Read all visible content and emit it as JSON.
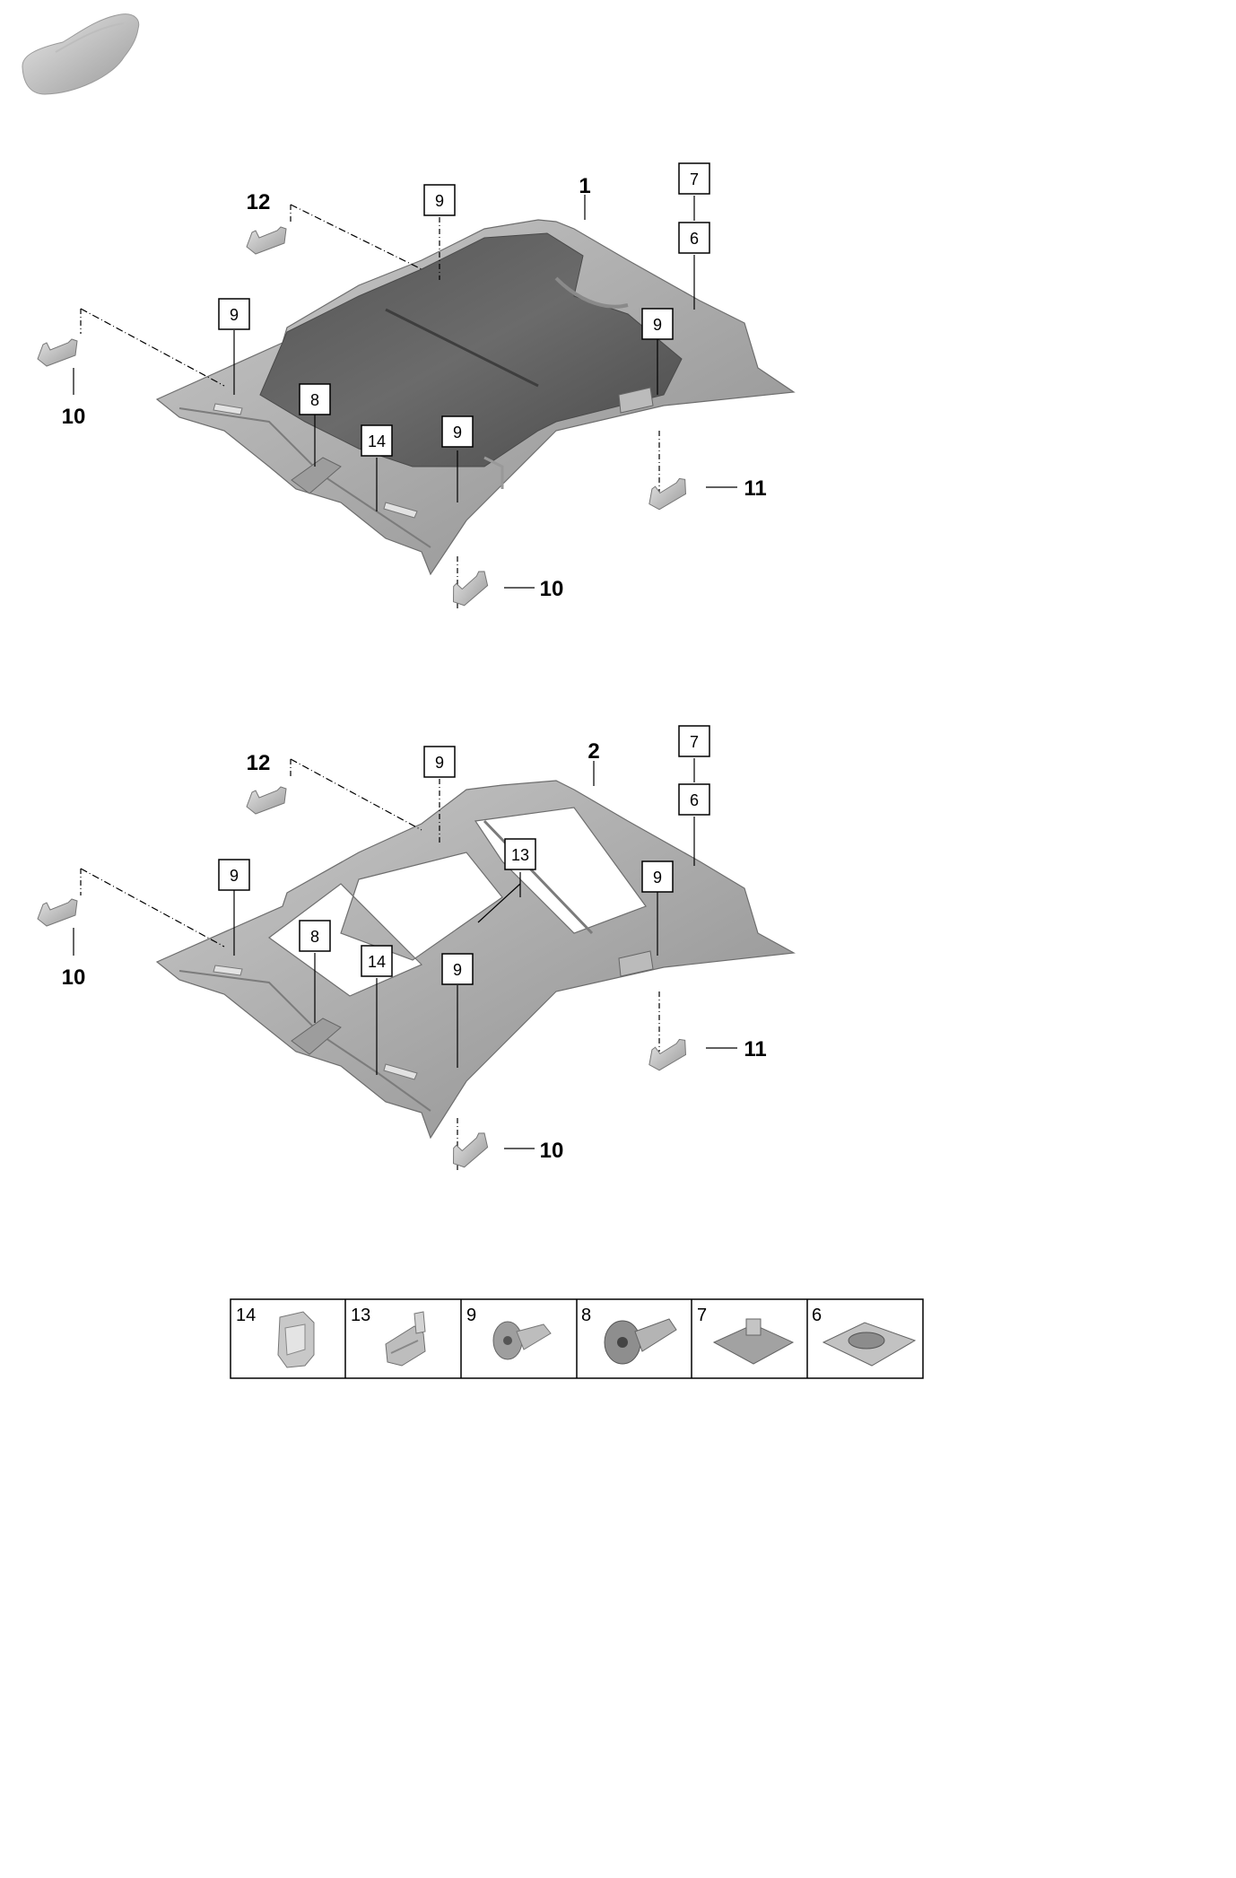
{
  "car_icon": "car-silhouette-icon",
  "view1": {
    "part_number": "1",
    "callouts": {
      "top_center": "9",
      "left_upper": "9",
      "right_mid": "9",
      "front_center": "9",
      "left_lower": "8",
      "mid_lower": "14",
      "stack_top": "7",
      "stack_bottom": "6"
    },
    "labels": {
      "handle_top_left": "12",
      "handle_left": "10",
      "handle_bottom": "10",
      "handle_right": "11"
    }
  },
  "view2": {
    "part_number": "2",
    "callouts": {
      "top_center": "9",
      "left_upper": "9",
      "right_mid": "9",
      "front_center": "9",
      "left_lower": "8",
      "mid_lower": "14",
      "sunroof": "13",
      "stack_top": "7",
      "stack_bottom": "6"
    },
    "labels": {
      "handle_top_left": "12",
      "handle_left": "10",
      "handle_bottom": "10",
      "handle_right": "11"
    }
  },
  "legend": [
    {
      "number": "14",
      "icon": "clip-bracket-icon"
    },
    {
      "number": "13",
      "icon": "retainer-bracket-icon"
    },
    {
      "number": "9",
      "icon": "screw-icon"
    },
    {
      "number": "8",
      "icon": "flange-screw-icon"
    },
    {
      "number": "7",
      "icon": "pyramid-nut-pad-icon"
    },
    {
      "number": "6",
      "icon": "round-pad-icon"
    }
  ]
}
